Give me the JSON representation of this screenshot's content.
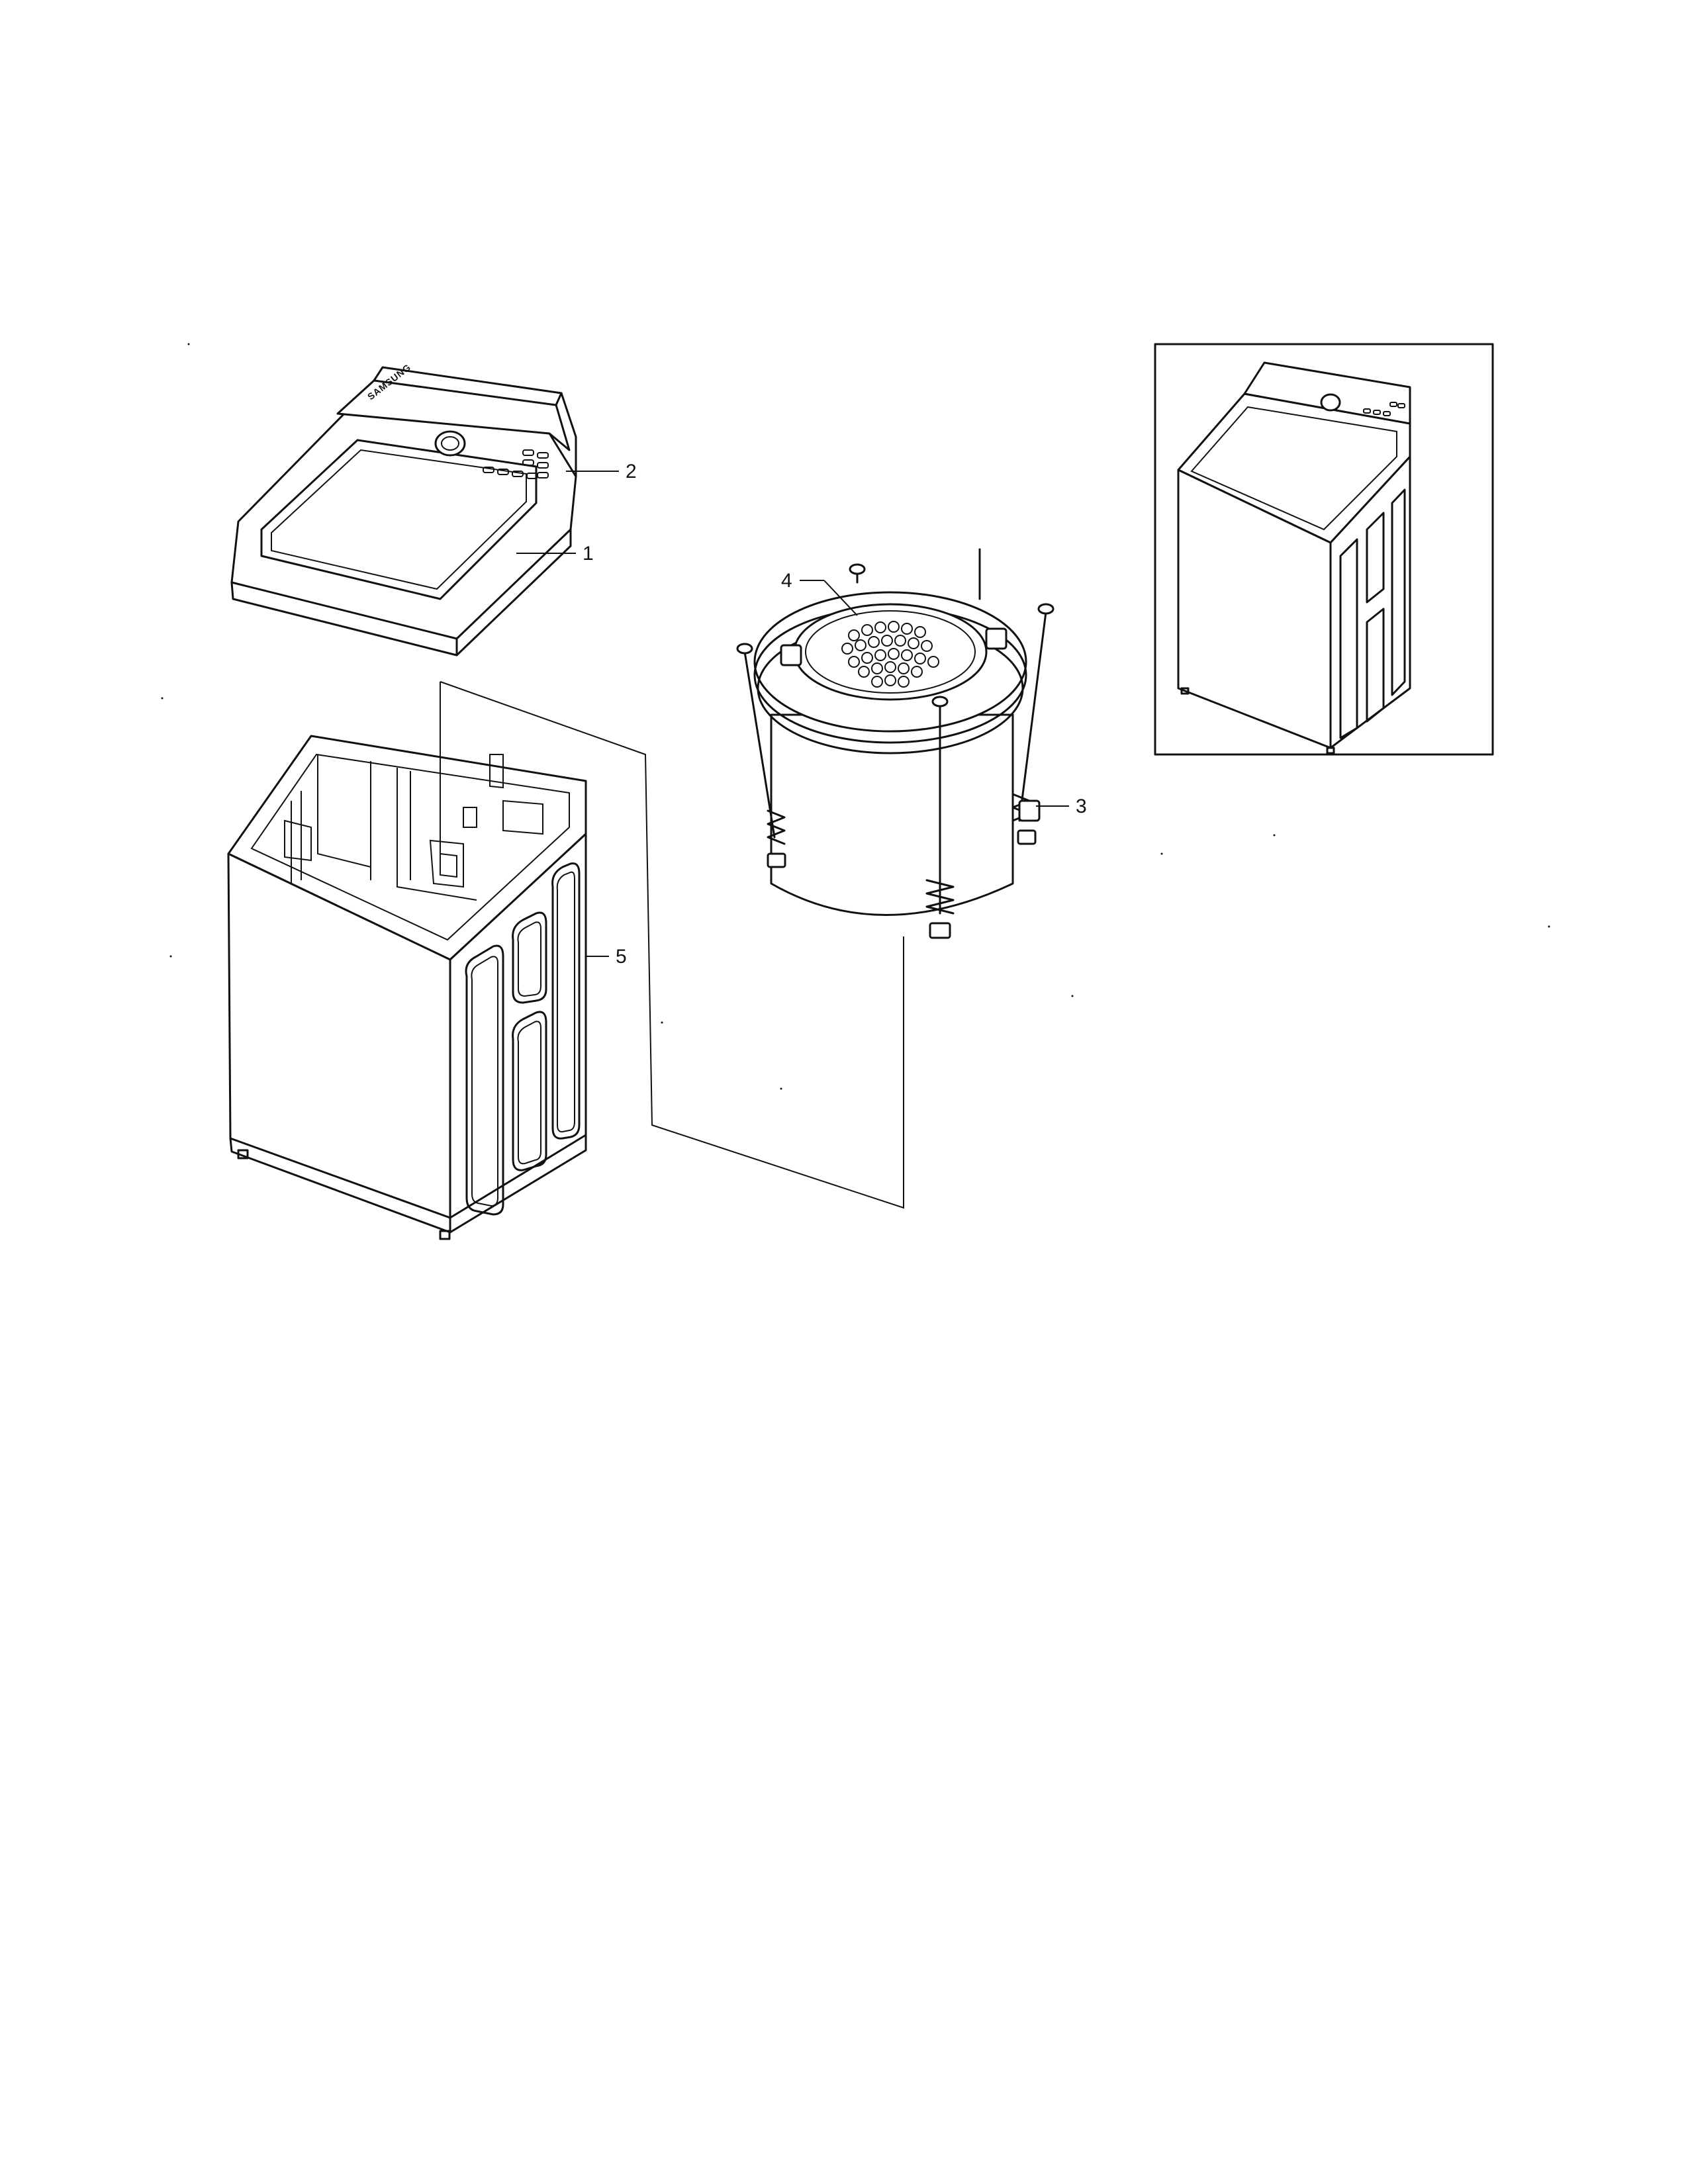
{
  "brand_label": "SAMSUNG",
  "callouts": [
    {
      "id": "1",
      "label": "1"
    },
    {
      "id": "2",
      "label": "2"
    },
    {
      "id": "3",
      "label": "3"
    },
    {
      "id": "4",
      "label": "4"
    },
    {
      "id": "5",
      "label": "5"
    }
  ],
  "colors": {
    "line": "#111111",
    "background": "#ffffff"
  }
}
